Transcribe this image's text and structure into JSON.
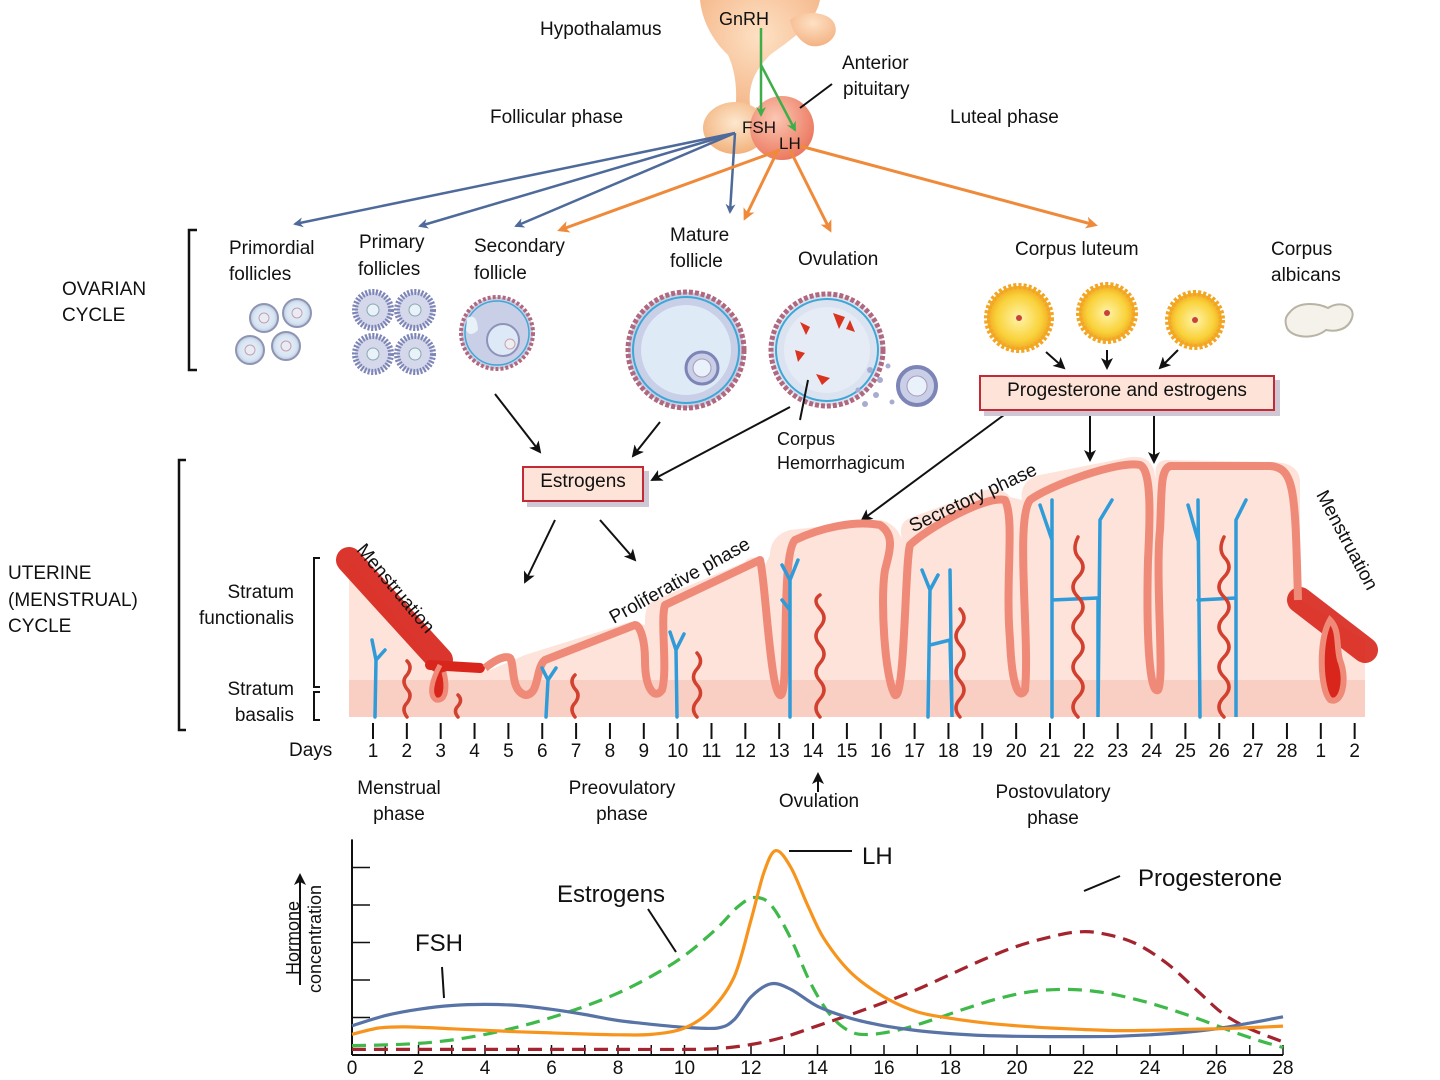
{
  "brain": {
    "hypothalamus": "Hypothalamus",
    "gnrh": "GnRH",
    "anterior_pituitary": [
      "Anterior",
      "pituitary"
    ],
    "fsh": "FSH",
    "lh": "LH",
    "follicular_phase": "Follicular phase",
    "luteal_phase": "Luteal phase"
  },
  "ovarian": {
    "section_label": [
      "OVARIAN",
      "CYCLE"
    ],
    "stages": [
      {
        "label": [
          "Primordial",
          "follicles"
        ]
      },
      {
        "label": [
          "Primary",
          "follicles"
        ]
      },
      {
        "label": [
          "Secondary",
          "follicle"
        ]
      },
      {
        "label": [
          "Mature",
          "follicle"
        ]
      },
      {
        "label": [
          "Ovulation"
        ]
      },
      {
        "label": [
          "Corpus luteum"
        ]
      },
      {
        "label": [
          "Corpus",
          "albicans"
        ]
      }
    ],
    "corpus_hemorrhagicum": [
      "Corpus",
      "Hemorrhagicum"
    ],
    "estrogens_box": "Estrogens",
    "prog_estrogens_box": "Progesterone and estrogens"
  },
  "uterine": {
    "section_label": [
      "UTERINE",
      "(MENSTRUAL)",
      "CYCLE"
    ],
    "stratum_functionalis": [
      "Stratum",
      "functionalis"
    ],
    "stratum_basalis": [
      "Stratum",
      "basalis"
    ],
    "menstruation_left": "Menstruation",
    "proliferative": "Proliferative phase",
    "secretory": "Secretory phase",
    "menstruation_right": "Menstruation",
    "days_label": "Days",
    "days": [
      "1",
      "2",
      "3",
      "4",
      "5",
      "6",
      "7",
      "8",
      "9",
      "10",
      "11",
      "12",
      "13",
      "14",
      "15",
      "16",
      "17",
      "18",
      "19",
      "20",
      "21",
      "22",
      "23",
      "24",
      "25",
      "26",
      "27",
      "28",
      "1",
      "2"
    ],
    "phases": {
      "menstrual": [
        "Menstrual",
        "phase"
      ],
      "preovulatory": [
        "Preovulatory",
        "phase"
      ],
      "ovulation": "Ovulation",
      "postovulatory": [
        "Postovulatory",
        "phase"
      ]
    }
  },
  "colors": {
    "fsh": "#5873a6",
    "lh": "#f7941d",
    "estrogens": "#3fb94a",
    "progesterone": "#a3242f",
    "fsh_arrow": "#4e6a9a",
    "lh_arrow": "#ef8a3a",
    "gnrh_arrow": "#3fae4a",
    "endometrium": "#f08a78",
    "tissue": "#fde3da",
    "basalis": "#f9cfc4",
    "vein": "#2f9bd8",
    "artery": "#d2402f",
    "blood": "#d9261c"
  },
  "chart_data": {
    "type": "line",
    "title": "",
    "xlabel": "",
    "ylabel": "Hormone concentration",
    "xlim": [
      0,
      28
    ],
    "ylim": [
      0,
      6
    ],
    "xticks": [
      0,
      2,
      4,
      6,
      8,
      10,
      12,
      14,
      16,
      18,
      20,
      22,
      24,
      26,
      28
    ],
    "yticks": [
      1,
      2,
      3,
      4,
      5
    ],
    "grid": false,
    "series": [
      {
        "name": "FSH",
        "style": "solid",
        "color": "#5873a6",
        "x": [
          0,
          1,
          2,
          3,
          4,
          5,
          6,
          7,
          8,
          9,
          10,
          11,
          11.5,
          12,
          12.6,
          13.2,
          14,
          15,
          16,
          17,
          18,
          19,
          20,
          21,
          22,
          23,
          24,
          25,
          26,
          27,
          28
        ],
        "y": [
          0.78,
          1.05,
          1.22,
          1.32,
          1.35,
          1.32,
          1.22,
          1.08,
          0.92,
          0.82,
          0.74,
          0.72,
          0.95,
          1.55,
          1.9,
          1.75,
          1.3,
          0.98,
          0.78,
          0.65,
          0.57,
          0.52,
          0.5,
          0.49,
          0.49,
          0.5,
          0.54,
          0.6,
          0.7,
          0.85,
          1.02
        ]
      },
      {
        "name": "LH",
        "style": "solid",
        "color": "#f7941d",
        "x": [
          0,
          0.8,
          1.6,
          3,
          4,
          5,
          6,
          7,
          8,
          9,
          10,
          10.8,
          11.5,
          12,
          12.4,
          12.75,
          13.2,
          13.7,
          14.2,
          15,
          16,
          17,
          18,
          19,
          20,
          21,
          22,
          23,
          24,
          25,
          26,
          27,
          28
        ],
        "y": [
          0.55,
          0.72,
          0.75,
          0.7,
          0.66,
          0.62,
          0.59,
          0.56,
          0.54,
          0.55,
          0.72,
          1.2,
          2.1,
          3.6,
          4.9,
          5.45,
          5.0,
          4.0,
          3.1,
          2.2,
          1.55,
          1.15,
          0.98,
          0.86,
          0.78,
          0.72,
          0.68,
          0.65,
          0.66,
          0.68,
          0.7,
          0.73,
          0.77
        ]
      },
      {
        "name": "Estrogens",
        "style": "dashed",
        "color": "#3fb94a",
        "x": [
          0,
          1,
          2,
          3,
          4,
          5,
          6,
          7,
          8,
          9,
          10,
          11,
          11.6,
          12.1,
          12.6,
          13.2,
          13.8,
          14.4,
          15,
          15.6,
          16.5,
          17.5,
          18.5,
          19.5,
          20.5,
          21.5,
          22.5,
          23.5,
          24.5,
          25.5,
          26.5,
          27.3,
          28
        ],
        "y": [
          0.25,
          0.27,
          0.31,
          0.4,
          0.55,
          0.75,
          1.0,
          1.3,
          1.65,
          2.1,
          2.65,
          3.4,
          3.95,
          4.2,
          4.0,
          3.1,
          1.9,
          1.05,
          0.62,
          0.55,
          0.68,
          0.95,
          1.25,
          1.52,
          1.7,
          1.75,
          1.68,
          1.5,
          1.25,
          0.95,
          0.62,
          0.38,
          0.2
        ]
      },
      {
        "name": "Progesterone",
        "style": "dashed",
        "color": "#a3242f",
        "x": [
          0,
          2,
          4,
          6,
          8,
          10,
          11,
          12,
          13,
          14,
          15,
          16,
          17,
          18,
          19,
          20,
          21,
          21.8,
          22.5,
          23.5,
          24.5,
          25.5,
          26.2,
          27,
          28
        ],
        "y": [
          0.15,
          0.15,
          0.15,
          0.15,
          0.15,
          0.15,
          0.17,
          0.28,
          0.48,
          0.78,
          1.08,
          1.4,
          1.75,
          2.15,
          2.55,
          2.9,
          3.15,
          3.28,
          3.25,
          3.0,
          2.45,
          1.65,
          1.1,
          0.7,
          0.35
        ]
      }
    ],
    "annotations": [
      "FSH",
      "Estrogens",
      "LH",
      "Progesterone"
    ]
  }
}
